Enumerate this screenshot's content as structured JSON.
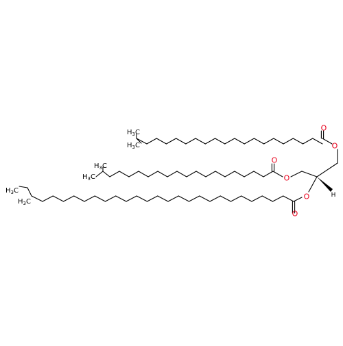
{
  "colors": {
    "background": "#ffffff",
    "bond": "#000000",
    "oxygen": "#e8001c",
    "carbon_label": "#000000"
  },
  "labels": {
    "oxygen": "O",
    "hydrogen": "H",
    "methyl": {
      "main": "H",
      "c": "C",
      "sub": "3"
    }
  },
  "structure": {
    "stereo_bond": "wedge"
  }
}
